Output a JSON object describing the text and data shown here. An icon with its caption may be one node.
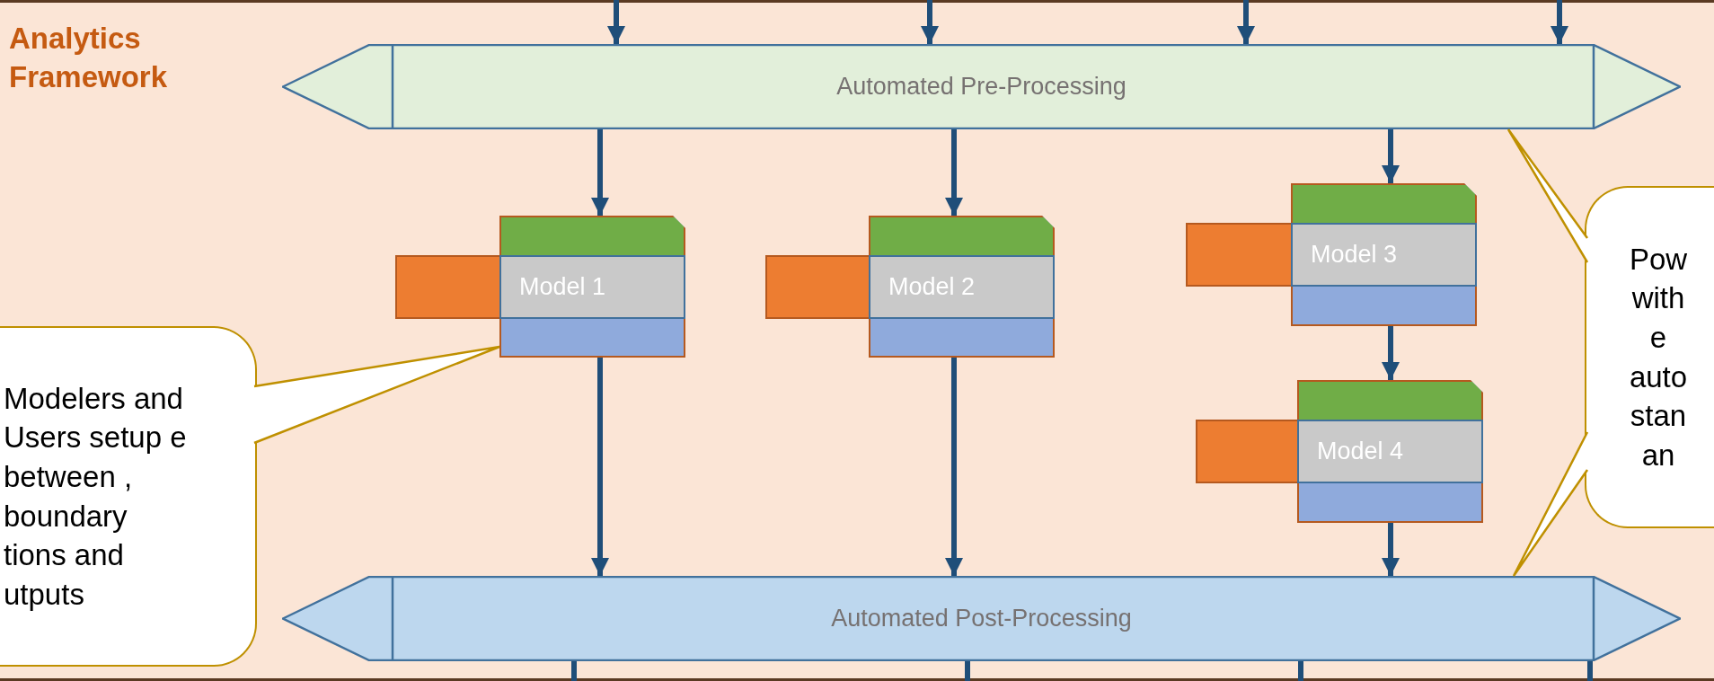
{
  "diagram": {
    "title": "Analytics Framework",
    "nodes": [
      {
        "text": [
          "Automated Pre-Processing"
        ]
      },
      {
        "text": [
          "Model 1"
        ]
      },
      {
        "text": [
          "Model 2"
        ]
      },
      {
        "text": [
          "Model 3"
        ]
      },
      {
        "text": [
          "Model 4"
        ]
      },
      {
        "text": [
          "Automated Post-Processing"
        ]
      },
      {
        "text": [
          "Modelers and Users setup e between , boundary tions and utputs"
        ]
      },
      {
        "text": [
          "Pow with e auto stan an"
        ]
      }
    ],
    "edges": [
      {
        "from": null,
        "to": 0,
        "arrow": "to"
      },
      {
        "from": null,
        "to": 0,
        "arrow": "to"
      },
      {
        "from": null,
        "to": 0,
        "arrow": "to"
      },
      {
        "from": null,
        "to": 0,
        "arrow": "to"
      },
      {
        "from": 0,
        "to": 1,
        "arrow": "to"
      },
      {
        "from": 0,
        "to": 2,
        "arrow": "to"
      },
      {
        "from": 0,
        "to": 3,
        "arrow": "to"
      },
      {
        "from": 3,
        "to": 4,
        "arrow": "to"
      },
      {
        "from": 1,
        "to": 5,
        "arrow": "to"
      },
      {
        "from": 2,
        "to": 5,
        "arrow": "to"
      },
      {
        "from": 4,
        "to": 5,
        "arrow": "to"
      },
      {
        "from": 5,
        "to": null,
        "arrow": "none"
      },
      {
        "from": 5,
        "to": null,
        "arrow": "none"
      },
      {
        "from": 5,
        "to": null,
        "arrow": "none"
      },
      {
        "from": 5,
        "to": null,
        "arrow": "none"
      },
      {
        "from": 6,
        "to": 1,
        "arrow": "none",
        "color": "#bf9000"
      },
      {
        "from": 7,
        "to": 0,
        "arrow": "none",
        "color": "#bf9000"
      },
      {
        "from": 7,
        "to": 5,
        "arrow": "none",
        "color": "#bf9000"
      }
    ]
  }
}
